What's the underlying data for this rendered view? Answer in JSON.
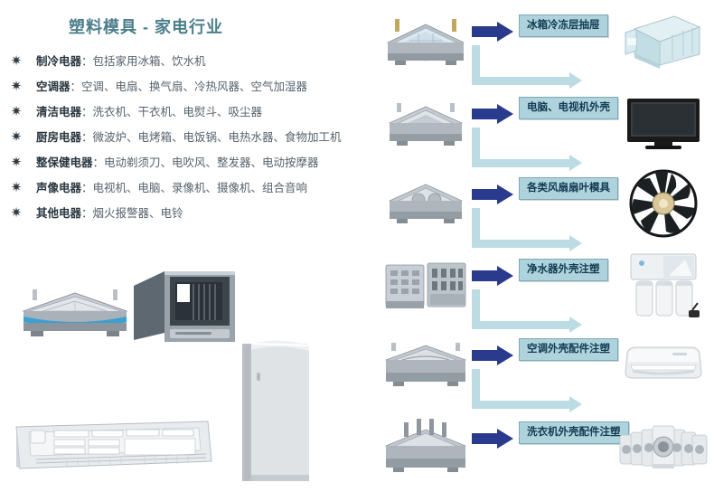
{
  "page": {
    "title": "塑料模具 - 家电行业",
    "title_color": "#4b7f8c",
    "background": "#ffffff"
  },
  "colors": {
    "accent_arrow": "#2a3a8c",
    "connector": "#bcdbe3",
    "label_bg": "#aed3dc",
    "label_border": "#7fa9b5",
    "label_text": "#123b52",
    "title": "#4b7f8c"
  },
  "bullet_list": {
    "icon": "sparkle-bullet-icon",
    "items": [
      {
        "category": "制冷电器",
        "separator": "：",
        "description": "包括家用冰箱、饮水机"
      },
      {
        "category": "空调器",
        "separator": "：",
        "description": "空调、电扇、换气扇、冷热风器、空气加湿器"
      },
      {
        "category": "清洁电器",
        "separator": "：",
        "description": "洗衣机、干衣机、电熨斗、吸尘器"
      },
      {
        "category": "厨房电器",
        "separator": "：",
        "description": "微波炉、电烤箱、电饭锅、电热水器、食物加工机"
      },
      {
        "category": "整保健电器",
        "separator": "：",
        "description": "电动剃须刀、电吹风、整发器、电动按摩器"
      },
      {
        "category": "声像电器",
        "separator": "：",
        "description": "电视机、电脑、录像机、摄像机、组合音响"
      },
      {
        "category": "其他电器",
        "separator": "：",
        "description": "烟火报警器、电铃"
      }
    ]
  },
  "flow": {
    "rows": [
      {
        "mold": "refrigerator-drawer-mold",
        "label": "冰箱冷冻层抽屉",
        "product": "refrigerator-drawer-product"
      },
      {
        "mold": "tv-computer-housing-mold",
        "label": "电脑、电视机外壳",
        "product": "television-product"
      },
      {
        "mold": "fan-blade-mold",
        "label": "各类风扇扇叶模具",
        "product": "fan-blade-product"
      },
      {
        "mold": "water-purifier-mold",
        "label": "净水器外壳注塑",
        "product": "water-purifier-product"
      },
      {
        "mold": "air-conditioner-mold",
        "label": "空调外壳配件注塑",
        "product": "air-conditioner-product"
      },
      {
        "mold": "washing-machine-mold",
        "label": "洗衣机外壳配件注塑",
        "product": "washing-machine-panels-product"
      }
    ]
  },
  "gallery": {
    "items": [
      {
        "name": "tv-housing-mold-photo"
      },
      {
        "name": "crt-tv-housing-photo"
      },
      {
        "name": "air-conditioner-front-panel-photo"
      },
      {
        "name": "washing-machine-body-photo"
      }
    ]
  }
}
